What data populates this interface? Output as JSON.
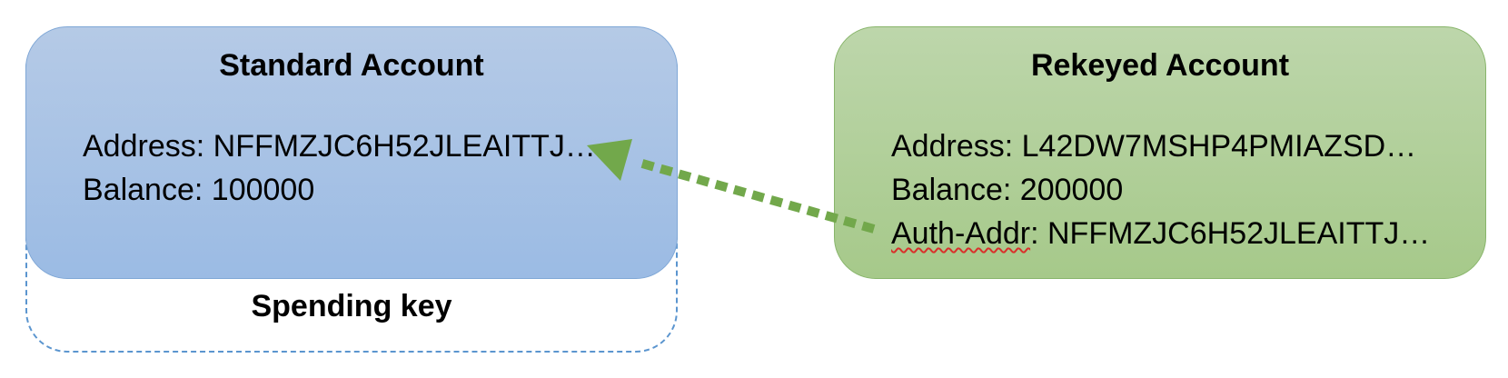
{
  "standard_account": {
    "title": "Standard Account",
    "address_label": "Address:",
    "address": "NFFMZJC6H52JLEAITTJ…",
    "balance_label": "Balance:",
    "balance": "100000"
  },
  "rekeyed_account": {
    "title": "Rekeyed Account",
    "address_label": "Address:",
    "address": "L42DW7MSHP4PMIAZSD…",
    "balance_label": "Balance:",
    "balance": "200000",
    "auth_label": "Auth-Addr",
    "auth_sep": ":",
    "auth_addr": "NFFMZJC6H52JLEAITTJ…"
  },
  "spending_key": {
    "label": "Spending key"
  },
  "colors": {
    "standard_fill": "#9bbbe4",
    "rekeyed_fill": "#a6c98a",
    "arrow": "#72a84b",
    "dashed_outline": "#5b95cf"
  }
}
